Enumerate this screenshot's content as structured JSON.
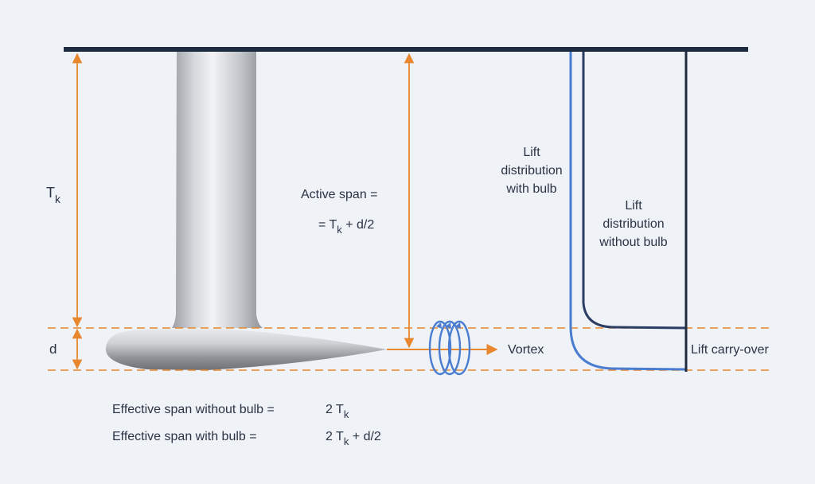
{
  "labels": {
    "tk": {
      "main": "T",
      "sub": "k"
    },
    "d": "d",
    "active_span_line1": "Active span =",
    "active_span_line2": {
      "pre": "= T",
      "sub": "k",
      "post": " + d/2"
    },
    "vortex": "Vortex",
    "lift_with_bulb": [
      "Lift",
      "distribution",
      "with bulb"
    ],
    "lift_without_bulb": [
      "Lift",
      "distribution",
      "without bulb"
    ],
    "lift_carry_over": "Lift carry-over",
    "effective_without_label": "Effective span without bulb =",
    "effective_without_value": {
      "pre": "2 T",
      "sub": "k",
      "post": ""
    },
    "effective_with_label": "Effective span with bulb =",
    "effective_with_value": {
      "pre": "2 T",
      "sub": "k",
      "post": " + d/2"
    }
  },
  "colors": {
    "background": "#eff2f7",
    "hull_line": "#1f2c40",
    "dimension": "#e8872e",
    "lift_with_bulb": "#4a7dd0",
    "lift_without_bulb": "#2c3d63",
    "vortex": "#4a7dd0",
    "text": "#2b3445"
  }
}
